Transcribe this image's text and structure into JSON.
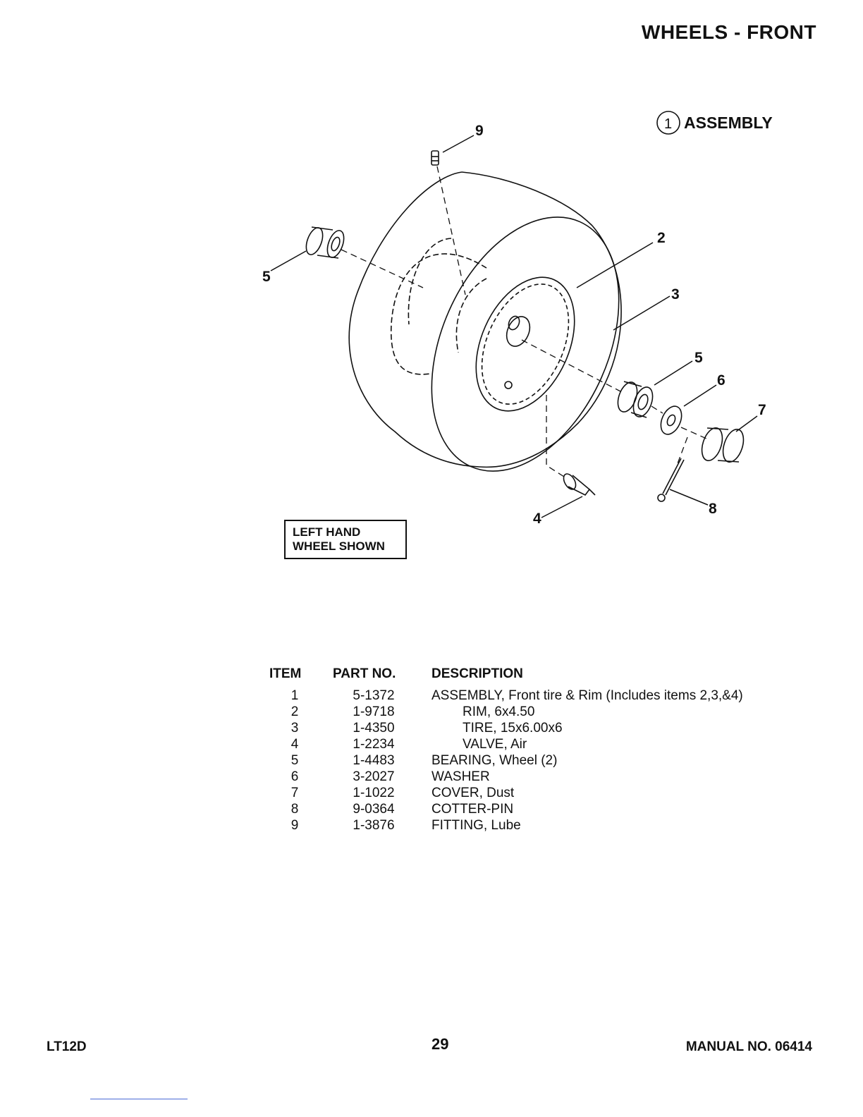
{
  "header": {
    "title": "WHEELS - FRONT"
  },
  "diagram": {
    "assembly_number": "1",
    "assembly_label": "ASSEMBLY",
    "callouts": {
      "c9": "9",
      "c2": "2",
      "c3": "3",
      "c5_left": "5",
      "c5_right": "5",
      "c6": "6",
      "c7": "7",
      "c8": "8",
      "c4": "4"
    },
    "note": {
      "line1": "LEFT HAND",
      "line2": "WHEEL SHOWN"
    }
  },
  "parts_table": {
    "headers": {
      "item": "ITEM",
      "part_no": "PART NO.",
      "description": "DESCRIPTION"
    },
    "rows": [
      {
        "item": "1",
        "part_no": "5-1372",
        "description": "ASSEMBLY, Front tire & Rim (Includes items 2,3,&4)"
      },
      {
        "item": "2",
        "part_no": "1-9718",
        "description": "RIM, 6x4.50"
      },
      {
        "item": "3",
        "part_no": "1-4350",
        "description": "TIRE, 15x6.00x6"
      },
      {
        "item": "4",
        "part_no": "1-2234",
        "description": "VALVE, Air"
      },
      {
        "item": "5",
        "part_no": "1-4483",
        "description": "BEARING, Wheel (2)"
      },
      {
        "item": "6",
        "part_no": "3-2027",
        "description": "WASHER"
      },
      {
        "item": "7",
        "part_no": "1-1022",
        "description": "COVER, Dust"
      },
      {
        "item": "8",
        "part_no": "9-0364",
        "description": "COTTER-PIN"
      },
      {
        "item": "9",
        "part_no": "1-3876",
        "description": "FITTING, Lube"
      }
    ]
  },
  "footer": {
    "model": "LT12D",
    "page_number": "29",
    "manual": "MANUAL NO. 06414"
  }
}
